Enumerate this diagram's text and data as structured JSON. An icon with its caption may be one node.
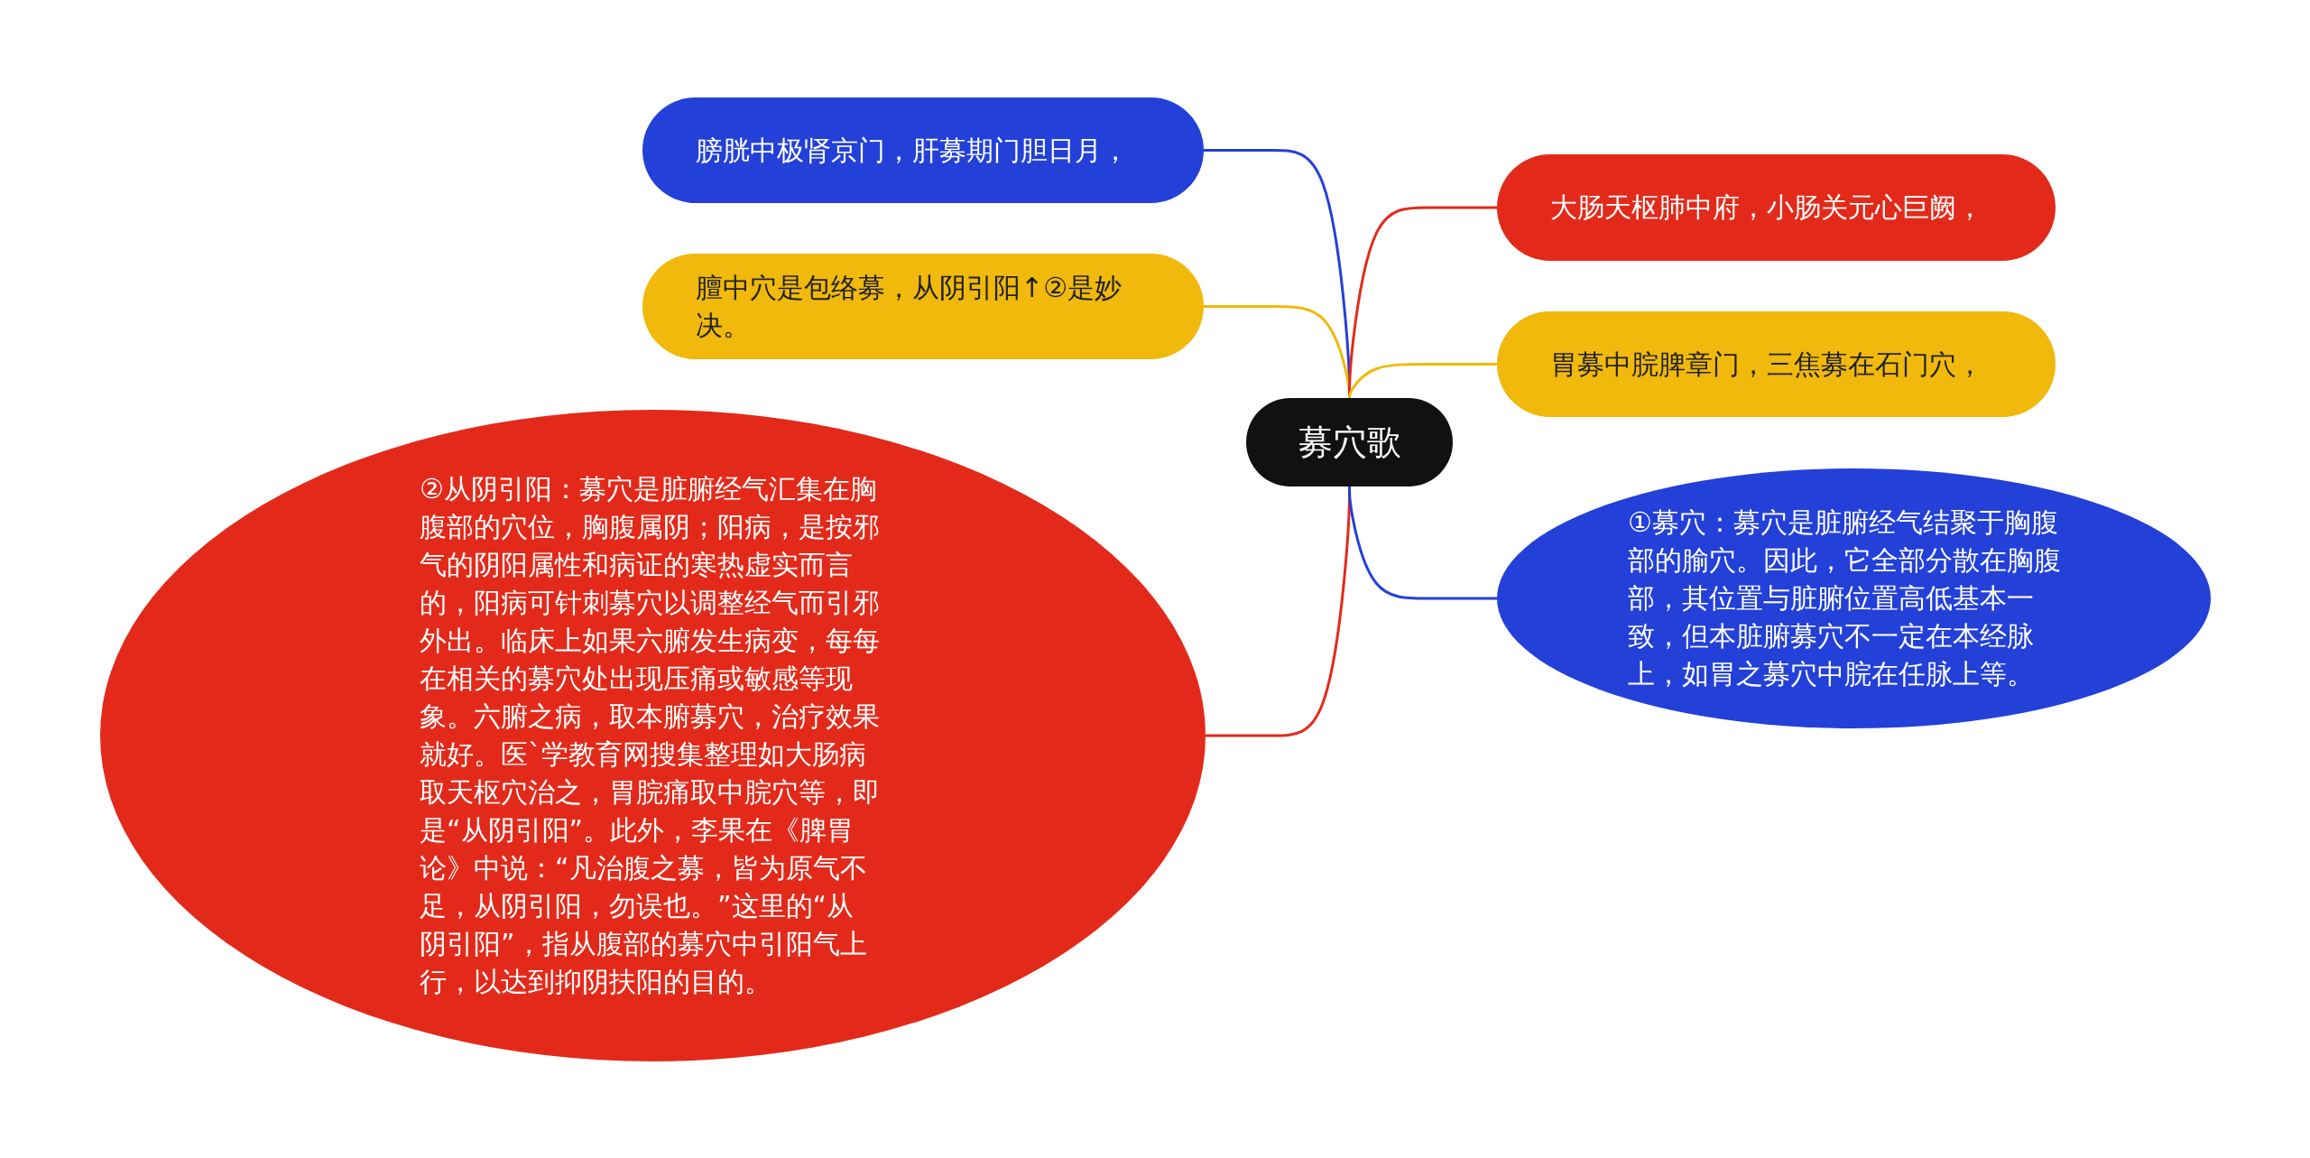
{
  "diagram": {
    "nodes": [
      {
        "text": [
          "募穴歌"
        ]
      },
      {
        "text": [
          "膀胱中极肾京门，肝募期门胆日月，"
        ]
      },
      {
        "text": [
          "膻中穴是包络募，从阴引阳↑②是妙决。"
        ]
      },
      {
        "text": [
          "②从阴引阳：募穴是脏腑经气汇集在胸腹部的穴位，胸腹属阴；阳病，是按邪气的阴阳属性和病证的寒热虚实而言的，阳病可针刺募穴以调整经气而引邪外出。临床上如果六腑发生病变，每每在相关的募穴处出现压痛或敏感等现象。六腑之病，取本腑募穴，治疗效果就好。医`学教育网搜集整理如大肠病取天枢穴治之，胃脘痛取中脘穴等，即是“从阴引阳”。此外，李果在《脾胃论》中说：“凡治腹之募，皆为原气不足，从阴引阳，勿误也。”这里的“从阴引阳”，指从腹部的募穴中引阳气上行，以达到抑阴扶阳的目的。"
        ]
      },
      {
        "text": [
          "大肠天枢肺中府，小肠关元心巨阙，"
        ]
      },
      {
        "text": [
          "胃募中脘脾章门，三焦募在石门穴，"
        ]
      },
      {
        "text": [
          "①募穴：募穴是脏腑经气结聚于胸腹部的腧穴。因此，它全部分散在胸腹部，其位置与脏腑位置高低基本一致，但本脏腑募穴不一定在本经脉上，如胃之募穴中脘在任脉上等。"
        ]
      }
    ],
    "edges": [
      {
        "from": 0,
        "to": 1,
        "arrow": "none",
        "color": "#2340d8"
      },
      {
        "from": 0,
        "to": 2,
        "arrow": "none",
        "color": "#f0b90b"
      },
      {
        "from": 0,
        "to": 3,
        "arrow": "none",
        "color": "#e32a1a"
      },
      {
        "from": 0,
        "to": 4,
        "arrow": "none",
        "color": "#e32a1a"
      },
      {
        "from": 0,
        "to": 5,
        "arrow": "none",
        "color": "#f0b90b"
      },
      {
        "from": 0,
        "to": 6,
        "arrow": "none",
        "color": "#2340d8"
      }
    ]
  }
}
